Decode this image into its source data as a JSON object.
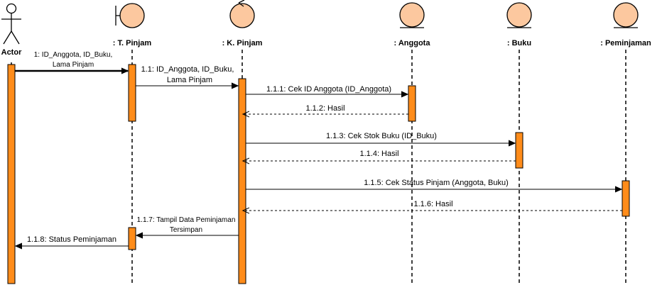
{
  "participants": [
    {
      "id": "actor",
      "label": "Actor",
      "kind": "actor"
    },
    {
      "id": "tpinjam",
      "label": ": T. Pinjam",
      "kind": "boundary"
    },
    {
      "id": "kpinjam",
      "label": ": K. Pinjam",
      "kind": "control"
    },
    {
      "id": "anggota",
      "label": ": Anggota",
      "kind": "entity"
    },
    {
      "id": "buku",
      "label": ": Buku",
      "kind": "entity"
    },
    {
      "id": "peminjaman",
      "label": ": Peminjaman",
      "kind": "entity"
    }
  ],
  "messages": [
    {
      "id": "m1",
      "line1": "1: ID_Anggota, ID_Buku,",
      "line2": "Lama Pinjam",
      "from": "actor",
      "to": "tpinjam",
      "kind": "call"
    },
    {
      "id": "m11",
      "line1": "1.1: ID_Anggota, ID_Buku,",
      "line2": "Lama Pinjam",
      "from": "tpinjam",
      "to": "kpinjam",
      "kind": "call"
    },
    {
      "id": "m111",
      "line1": "1.1.1: Cek ID Anggota (ID_Anggota)",
      "from": "kpinjam",
      "to": "anggota",
      "kind": "call"
    },
    {
      "id": "m112",
      "line1": "1.1.2: Hasil",
      "from": "anggota",
      "to": "kpinjam",
      "kind": "return"
    },
    {
      "id": "m113",
      "line1": "1.1.3: Cek Stok Buku (ID_Buku)",
      "from": "kpinjam",
      "to": "buku",
      "kind": "call"
    },
    {
      "id": "m114",
      "line1": "1.1.4: Hasil",
      "from": "buku",
      "to": "kpinjam",
      "kind": "return"
    },
    {
      "id": "m115",
      "line1": "1.1.5: Cek Status Pinjam (Anggota, Buku)",
      "from": "kpinjam",
      "to": "peminjaman",
      "kind": "call"
    },
    {
      "id": "m116",
      "line1": "1.1.6: Hasil",
      "from": "peminjaman",
      "to": "kpinjam",
      "kind": "return"
    },
    {
      "id": "m117",
      "line1": "1.1.7: Tampil Data Peminjaman",
      "line2": "Tersimpan",
      "from": "kpinjam",
      "to": "tpinjam",
      "kind": "call"
    },
    {
      "id": "m118",
      "line1": "1.1.8: Status Peminjaman",
      "from": "tpinjam",
      "to": "actor",
      "kind": "call"
    }
  ],
  "colors": {
    "activation": "#ff8c1a",
    "object_fill": "#fcc89f"
  }
}
